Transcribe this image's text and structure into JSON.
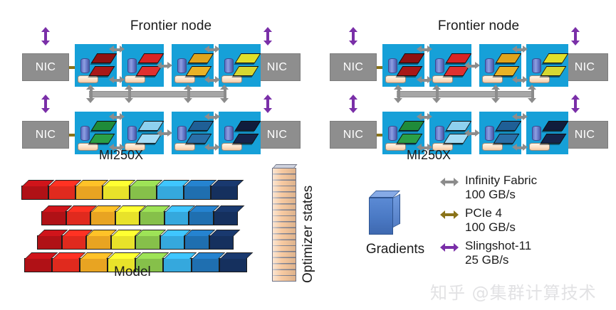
{
  "figure": {
    "title": "Frontier node GPU topology with model, optimizer states and gradients",
    "background": "#ffffff"
  },
  "nodes": [
    {
      "id": "node-left",
      "title": "Frontier node",
      "chip_label": "MI250X",
      "nics": [
        "NIC",
        "NIC"
      ],
      "rows": [
        {
          "row": "top",
          "dies": [
            {
              "label": "die-1",
              "slab_color": "#8e1111",
              "slab_color_2": "#a81818"
            },
            {
              "label": "die-2",
              "slab_color": "#d92323",
              "slab_color_2": "#e03030"
            },
            {
              "label": "die-3",
              "slab_color": "#e0a41b",
              "slab_color_2": "#eab226"
            },
            {
              "label": "die-4",
              "slab_color": "#dfe02a",
              "slab_color_2": "#d6d832"
            }
          ]
        },
        {
          "row": "bottom",
          "dies": [
            {
              "label": "die-5",
              "slab_color": "#1f8b3a",
              "slab_color_2": "#2aa046"
            },
            {
              "label": "die-6",
              "slab_color": "#8ed0ee",
              "slab_color_2": "#a5dcf5"
            },
            {
              "label": "die-7",
              "slab_color": "#1f5f96",
              "slab_color_2": "#2a6fa8"
            },
            {
              "label": "die-8",
              "slab_color": "#101c3c",
              "slab_color_2": "#16244a"
            }
          ]
        }
      ]
    },
    {
      "id": "node-right",
      "title": "Frontier node",
      "chip_label": "MI250X",
      "nics": [
        "NIC",
        "NIC"
      ],
      "rows": [
        {
          "row": "top",
          "dies": [
            {
              "label": "die-1",
              "slab_color": "#8e1111",
              "slab_color_2": "#a81818"
            },
            {
              "label": "die-2",
              "slab_color": "#d92323",
              "slab_color_2": "#e03030"
            },
            {
              "label": "die-3",
              "slab_color": "#e0a41b",
              "slab_color_2": "#eab226"
            },
            {
              "label": "die-4",
              "slab_color": "#dfe02a",
              "slab_color_2": "#d6d832"
            }
          ]
        },
        {
          "row": "bottom",
          "dies": [
            {
              "label": "die-5",
              "slab_color": "#1f8b3a",
              "slab_color_2": "#2aa046"
            },
            {
              "label": "die-6",
              "slab_color": "#8ed0ee",
              "slab_color_2": "#a5dcf5"
            },
            {
              "label": "die-7",
              "slab_color": "#1f5f96",
              "slab_color_2": "#2a6fa8"
            },
            {
              "label": "die-8",
              "slab_color": "#101c3c",
              "slab_color_2": "#16244a"
            }
          ]
        }
      ]
    }
  ],
  "model": {
    "caption": "Model",
    "layer_count": 4,
    "segment_colors": [
      "#b01116",
      "#e02a1e",
      "#e8a422",
      "#e8e22a",
      "#86c04a",
      "#35a8dd",
      "#1f6fb0",
      "#15305e"
    ],
    "segments_per_layer": 8
  },
  "optimizer": {
    "label": "Optimizer states",
    "stripes": 18,
    "color": "#f7c79c"
  },
  "gradients": {
    "label": "Gradients",
    "color": "#4a79c4"
  },
  "legend": {
    "items": [
      {
        "name": "infinity-fabric",
        "line1": "Infinity Fabric",
        "line2": "100 GB/s",
        "color": "#8c8c8c"
      },
      {
        "name": "pcie-4",
        "line1": "PCIe 4",
        "line2": "100 GB/s",
        "color": "#8a7318"
      },
      {
        "name": "slingshot-11",
        "line1": "Slingshot-11",
        "line2": "25 GB/s",
        "color": "#7a2fa8"
      }
    ]
  },
  "watermark": {
    "text": "知乎 @集群计算技术"
  }
}
